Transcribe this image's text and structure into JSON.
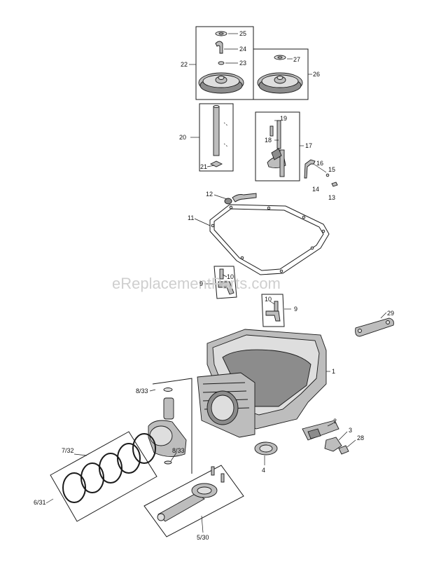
{
  "watermark": "eReplacementParts.com",
  "labels": {
    "l1": "1",
    "l2": "2",
    "l3": "3",
    "l4": "4",
    "l5_30": "5/30",
    "l6_31": "6/31",
    "l7_32": "7/32",
    "l8_33a": "8/33",
    "l8_33b": "8/33",
    "l9a": "9",
    "l9b": "9",
    "l10a": "10",
    "l10b": "10",
    "l11": "11",
    "l12": "12",
    "l13": "13",
    "l14": "14",
    "l15": "15",
    "l16": "16",
    "l17": "17",
    "l18": "18",
    "l19": "19",
    "l20": "20",
    "l21": "21",
    "l22": "22",
    "l23": "23",
    "l24": "24",
    "l25": "25",
    "l26": "26",
    "l27": "27",
    "l28": "28",
    "l29": "29"
  },
  "colors": {
    "part": "#bdbdbd",
    "outline": "#1a1a1a",
    "watermark": "#cfcfcf"
  }
}
